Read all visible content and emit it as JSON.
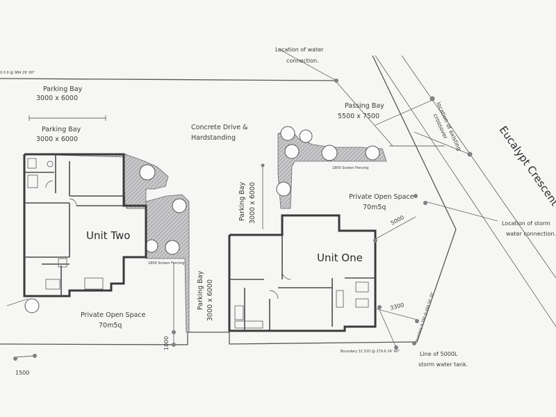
{
  "plan": {
    "units": {
      "unit_one": "Unit One",
      "unit_two": "Unit Two"
    },
    "labels": {
      "location_water": [
        "Location of water",
        "connection."
      ],
      "passing_bay": [
        "Passing Bay",
        "5500 x 7500"
      ],
      "parking_bay_top": [
        "Parking Bay",
        "3000 x 6000"
      ],
      "parking_bay_second": [
        "Parking Bay",
        "3000 x 6000"
      ],
      "concrete_drive": [
        "Concrete Drive &",
        "Hardstanding"
      ],
      "parking_bay_vertical_right": [
        "Parking Bay",
        "3000 x 6000"
      ],
      "parking_bay_vertical_center": [
        "Parking Bay",
        "3000 x 6000"
      ],
      "private_open_space_right": [
        "Private Open Space",
        "70m5q"
      ],
      "private_open_space_left": [
        "Private Open Space",
        "70m5q"
      ],
      "location_crossover": [
        "location of existing",
        "crossover"
      ],
      "street_name": "Eucalypt Crescent",
      "location_storm": [
        "Location of storm",
        "water connection."
      ],
      "tank": [
        "Line of 5000L",
        "storm water tank."
      ],
      "screen_fencing_top": "1800 Screen Fencing",
      "screen_fencing_left": "1800 Screen Fencing",
      "boundary_top": "0 0 0 @ 984 29' 00\"",
      "boundary_bottom": "Boundary 31 520 @ 279.6 24' 40\"",
      "boundary_right": "Boundary 9 390 @ 694 54' 30\""
    },
    "dimensions": {
      "dim_5000": "5000",
      "dim_3300": "3300",
      "dim_1000": "1000",
      "dim_1500": "1500"
    }
  }
}
